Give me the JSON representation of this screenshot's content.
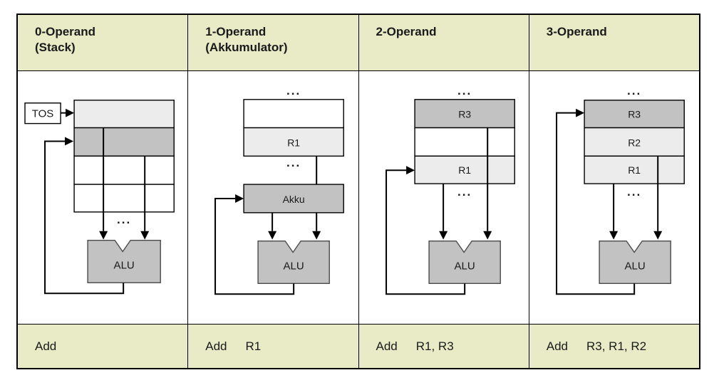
{
  "ellipsis": "...",
  "colors": {
    "band": "#e9ebc7",
    "light_gray": "#ececec",
    "mid_gray": "#c2c2c2",
    "white": "#ffffff",
    "alu_fill": "#c2c2c2",
    "alu_border": "#4a4a4a",
    "line": "#000000"
  },
  "columns": [
    {
      "header": {
        "line1": "0-Operand",
        "line2": "(Stack)"
      },
      "footer": {
        "mnemonic": "Add",
        "operands": ""
      },
      "diagram": {
        "tos": "TOS",
        "alu": "ALU"
      }
    },
    {
      "header": {
        "line1": "1-Operand",
        "line2": "(Akkumulator)"
      },
      "footer": {
        "mnemonic": "Add",
        "operands": "R1"
      },
      "diagram": {
        "rows": [
          "",
          "R1"
        ],
        "akku": "Akku",
        "alu": "ALU"
      }
    },
    {
      "header": {
        "line1": "2-Operand",
        "line2": ""
      },
      "footer": {
        "mnemonic": "Add",
        "operands": "R1, R3"
      },
      "diagram": {
        "rows": [
          "R3",
          "",
          "R1"
        ],
        "alu": "ALU"
      }
    },
    {
      "header": {
        "line1": "3-Operand",
        "line2": ""
      },
      "footer": {
        "mnemonic": "Add",
        "operands": "R3, R1, R2"
      },
      "diagram": {
        "rows": [
          "R3",
          "R2",
          "R1"
        ],
        "alu": "ALU"
      }
    }
  ]
}
